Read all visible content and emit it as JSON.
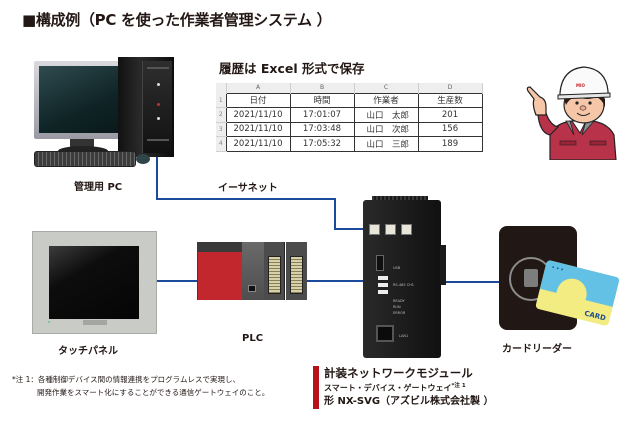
{
  "title": "■構成例（PC を使った作業者管理システム ）",
  "excel": {
    "caption": "履歴は Excel 形式で保存",
    "column_letters": [
      "A",
      "B",
      "C",
      "D"
    ],
    "row_numbers": [
      "1",
      "2",
      "3",
      "4"
    ],
    "headers": [
      "日付",
      "時間",
      "作業者",
      "生産数"
    ],
    "rows": [
      [
        "2021/11/10",
        "17:01:07",
        "山口　太郎",
        "201"
      ],
      [
        "2021/11/10",
        "17:03:48",
        "山口　次郎",
        "156"
      ],
      [
        "2021/11/10",
        "17:05:32",
        "山口　三郎",
        "189"
      ]
    ]
  },
  "devices": {
    "pc": "管理用 PC",
    "ethernet": "イーサネット",
    "touch_panel": "タッチパネル",
    "plc": "PLC",
    "card_reader": "カードリーダー",
    "card_text": "CARD",
    "card_dots": "•••"
  },
  "gateway_module": {
    "name": "計装ネットワークモジュール",
    "subtitle": "スマート・デバイス・ゲートウェイ",
    "note_ref": "*注 1",
    "model": "形 NX-SVG（アズビル株式会社製 ）",
    "panel_labels": {
      "usb": "USB",
      "rs485": "RS-485 CH1",
      "lan": "LAN1",
      "status": [
        "READY",
        "RUN",
        "ERROR"
      ]
    }
  },
  "footnote": {
    "line1": "*注 1：各種制御デバイス間の情報連携をプログラムレスで実現し、",
    "line2": "開発作業をスマート化にすることができる通信ゲートウェイのこと。"
  },
  "colors": {
    "wire": "#1c4a9a",
    "accent_red": "#b5121b",
    "text": "#231815"
  }
}
